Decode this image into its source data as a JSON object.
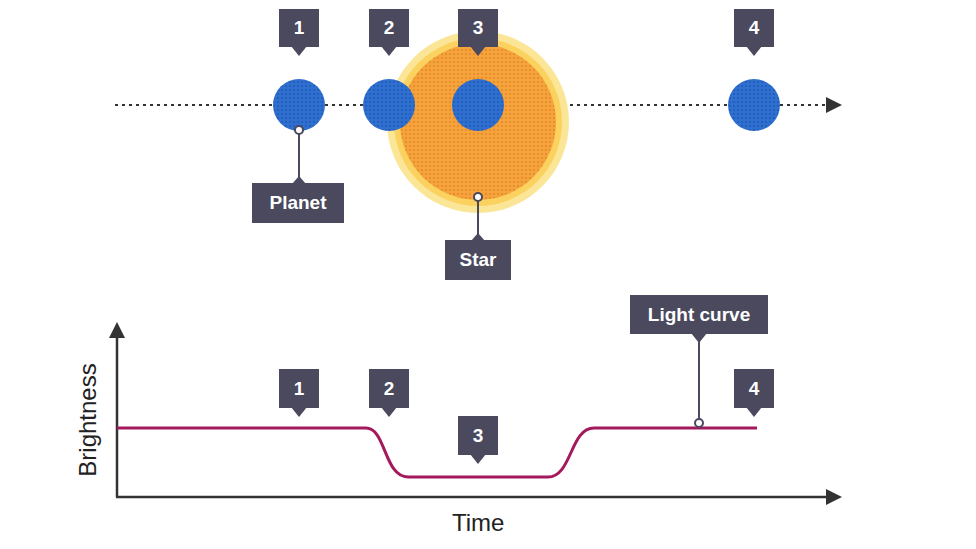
{
  "diagram": {
    "labels": [
      "1",
      "2",
      "3",
      "4",
      "Planet",
      "Star",
      "1",
      "2",
      "3",
      "4",
      "Light curve",
      "Brightness",
      "Time"
    ]
  }
}
